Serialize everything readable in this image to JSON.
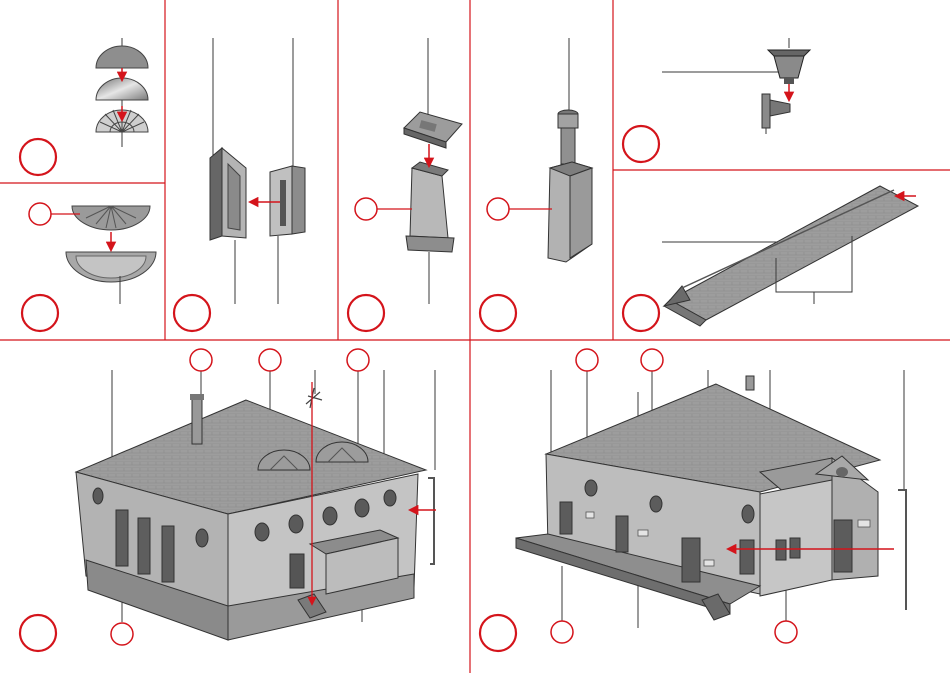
{
  "sheet": {
    "accent_color": "#d4141b",
    "line_color": "#3a3a3a",
    "part_fill": "#b8b8b8",
    "part_dark": "#7c7c7c",
    "part_light": "#d8d8d8",
    "roof_fill": "#9a9a9a"
  },
  "panels": [
    {
      "name": "panel-dormer-window-assembly",
      "step_marker": ""
    },
    {
      "name": "panel-dormer-cap-assembly",
      "step_marker": ""
    },
    {
      "name": "panel-wall-corner-assembly",
      "step_marker": ""
    },
    {
      "name": "panel-pillar-cap-assembly",
      "step_marker": ""
    },
    {
      "name": "panel-chimney-assembly",
      "step_marker": ""
    },
    {
      "name": "panel-wall-lamp-assembly",
      "step_marker": ""
    },
    {
      "name": "panel-roof-ridge-assembly",
      "step_marker": ""
    },
    {
      "name": "panel-building-front-view",
      "step_marker": ""
    },
    {
      "name": "panel-building-rear-view",
      "step_marker": ""
    }
  ]
}
